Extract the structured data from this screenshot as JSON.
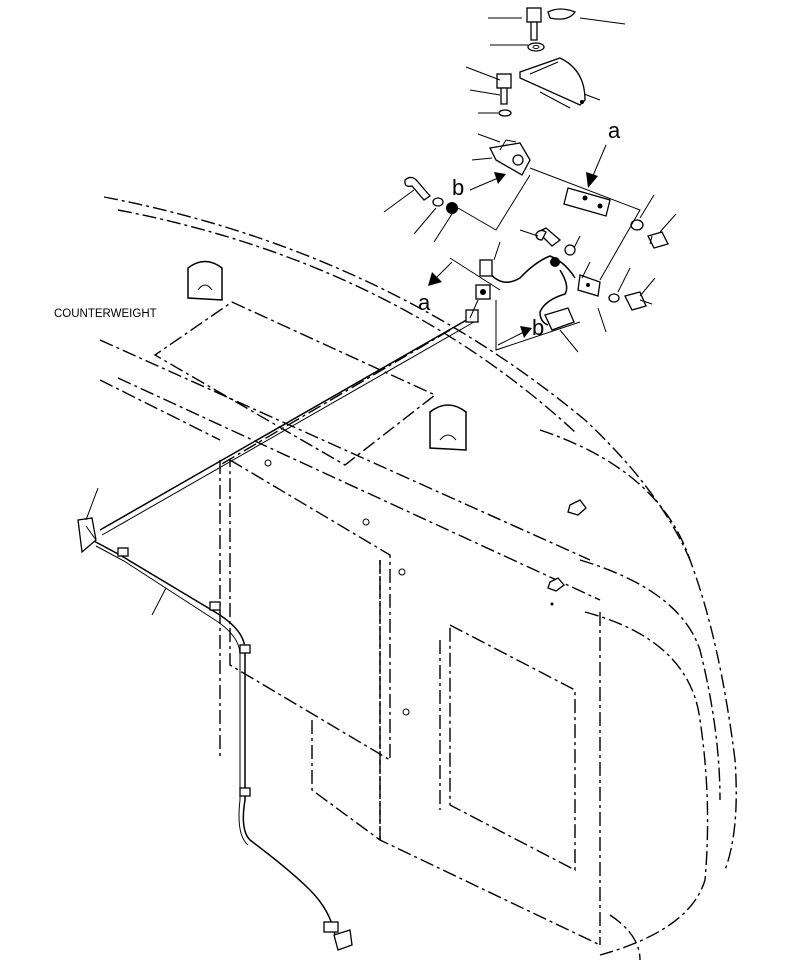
{
  "labels": {
    "counterweight": "COUNTERWEIGHT",
    "a_top": "a",
    "a_left": "a",
    "b_top": "b",
    "b_bottom": "b"
  }
}
